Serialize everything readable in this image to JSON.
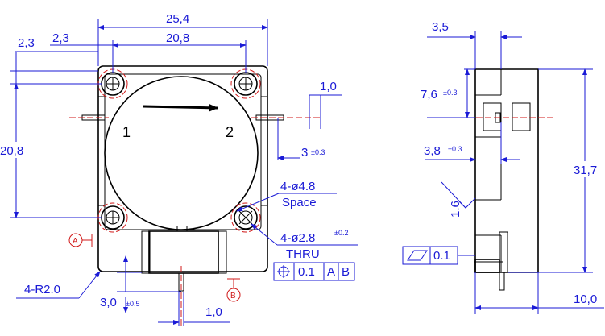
{
  "front_view": {
    "dims": {
      "overall_width": "25,4",
      "hole_pitch_x": "20,8",
      "hole_offset_outer": "2,3",
      "hole_offset_inner": "2,3",
      "hole_pitch_y": "20,8",
      "tab_width": "1,0",
      "tab_length": "3",
      "tab_length_tol": "±0.3",
      "space_callout": "4-ø4.8",
      "space_label": "Space",
      "thru_callout": "4-ø2.8",
      "thru_tol": "±0.2",
      "thru_label": "THRU",
      "position_tol": "0.1",
      "datum_a": "A",
      "datum_b": "B",
      "corner_radius": "4-R2.0",
      "pin_length": "3,0",
      "pin_length_tol": "±0.5",
      "pin_width": "1,0"
    },
    "ports": {
      "port1": "1",
      "port2": "2"
    }
  },
  "side_view": {
    "dims": {
      "tab_thickness": "3,5",
      "tab_height": "7,6",
      "tab_height_tol": "±0.3",
      "tab_offset": "3,8",
      "tab_offset_tol": "±0.3",
      "surface_finish": "1.6",
      "flatness": "0.1",
      "overall_height": "31,7",
      "overall_depth": "10,0"
    }
  },
  "colors": {
    "dimension": "#1a1ad6",
    "centerline": "#d01818",
    "outline": "#000000"
  }
}
